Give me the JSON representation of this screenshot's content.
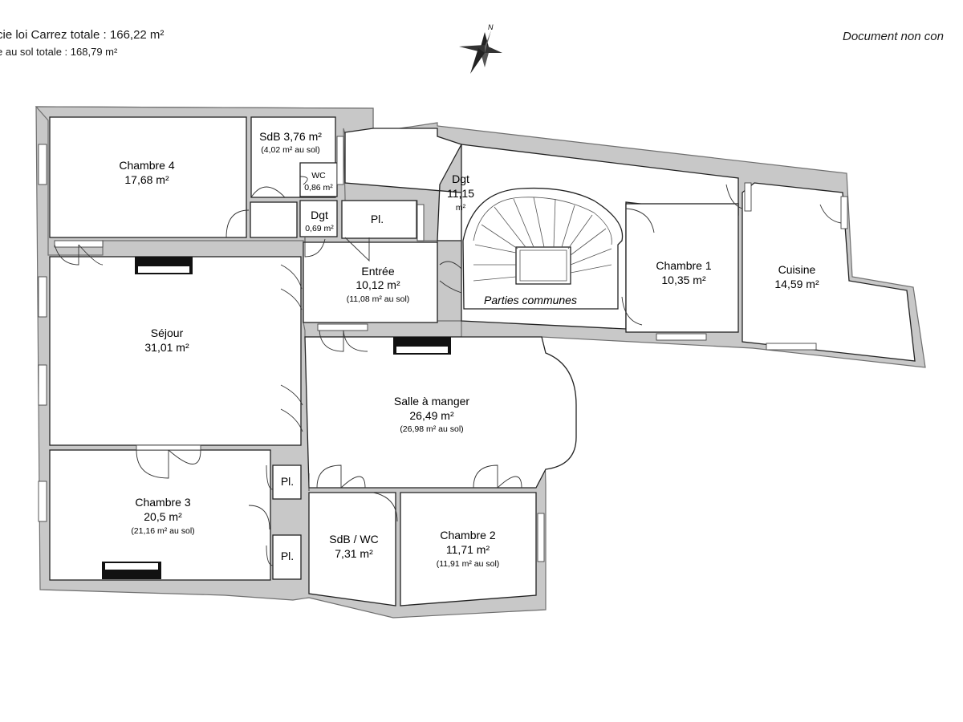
{
  "header": {
    "carrez_line": "cie loi Carrez totale :  166,22 m²",
    "sol_line": "e au sol totale :  168,79 m²",
    "disclaimer": "Document non con"
  },
  "compass": {
    "label": "N"
  },
  "rooms": {
    "chambre4": {
      "name": "Chambre 4",
      "area": "17,68 m²"
    },
    "sdb1": {
      "name": "SdB 3,76 m²",
      "sub": "(4,02 m² au sol)"
    },
    "wc": {
      "name": "WC",
      "area": "0,86 m²"
    },
    "dgt_small": {
      "name": "Dgt",
      "area": "0,69 m²"
    },
    "pl_top": {
      "name": "Pl."
    },
    "dgt_large": {
      "name": "Dgt",
      "area": "11,15",
      "unit": "m²"
    },
    "entree": {
      "name": "Entrée",
      "area": "10,12 m²",
      "sub": "(11,08 m² au sol)"
    },
    "parties": {
      "name": "Parties communes"
    },
    "chambre1": {
      "name": "Chambre 1",
      "area": "10,35 m²"
    },
    "cuisine": {
      "name": "Cuisine",
      "area": "14,59 m²"
    },
    "sejour": {
      "name": "Séjour",
      "area": "31,01 m²"
    },
    "salle": {
      "name": "Salle à manger",
      "area": "26,49 m²",
      "sub": "(26,98 m² au sol)"
    },
    "chambre3": {
      "name": "Chambre 3",
      "area": "20,5 m²",
      "sub": "(21,16 m² au sol)"
    },
    "pl_mid": {
      "name": "Pl."
    },
    "pl_bot": {
      "name": "Pl."
    },
    "sdbwc": {
      "name": "SdB / WC",
      "area": "7,31 m²"
    },
    "chambre2": {
      "name": "Chambre 2",
      "area": "11,71 m²",
      "sub": "(11,91 m² au sol)"
    }
  },
  "colors": {
    "wall": "#c8c8c8",
    "outline": "#222222",
    "background": "#ffffff"
  }
}
